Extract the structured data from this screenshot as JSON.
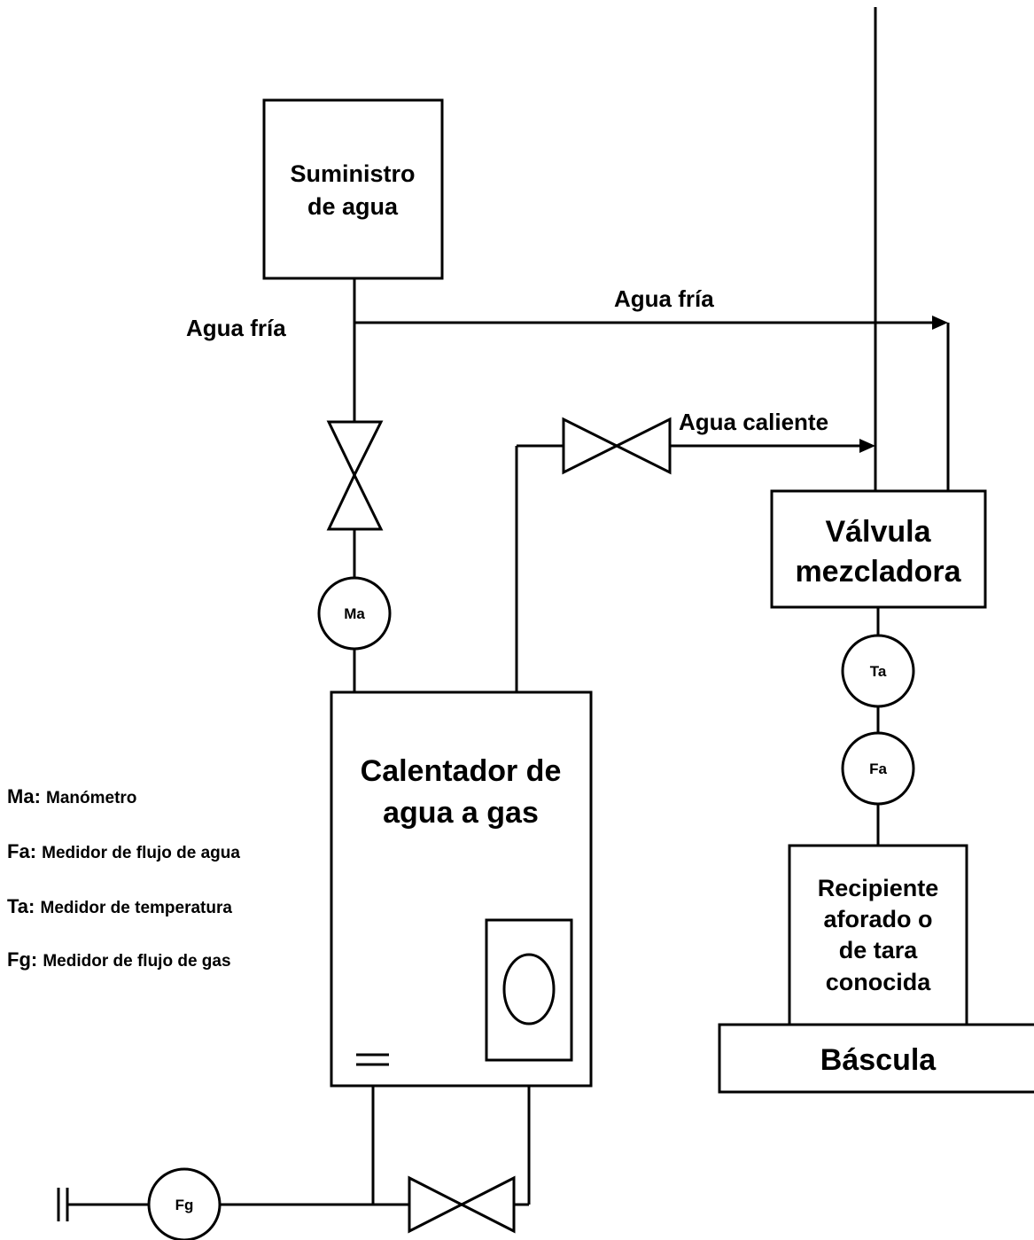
{
  "boxes": {
    "water_supply": [
      "Suministro",
      "de agua"
    ],
    "heater": [
      "Calentador de",
      "agua a gas"
    ],
    "mixing_valve": [
      "Válvula",
      "mezcladora"
    ],
    "container": [
      "Recipiente",
      "aforado o",
      "de tara",
      "conocida"
    ],
    "scale": "Báscula"
  },
  "flow_labels": {
    "cold_water_left": "Agua fría",
    "cold_water_top": "Agua fría",
    "hot_water": "Agua caliente"
  },
  "meters": {
    "pressure": "Ma",
    "temperature": "Ta",
    "water_flow": "Fa",
    "gas_flow": "Fg"
  },
  "legend": [
    {
      "abbr": "Ma",
      "desc": "Manómetro"
    },
    {
      "abbr": "Fa",
      "desc": "Medidor de flujo de agua"
    },
    {
      "abbr": "Ta",
      "desc": "Medidor de temperatura"
    },
    {
      "abbr": "Fg",
      "desc": "Medidor de flujo de gas"
    }
  ],
  "colors": {
    "line": "#000000",
    "background": "#ffffff"
  }
}
